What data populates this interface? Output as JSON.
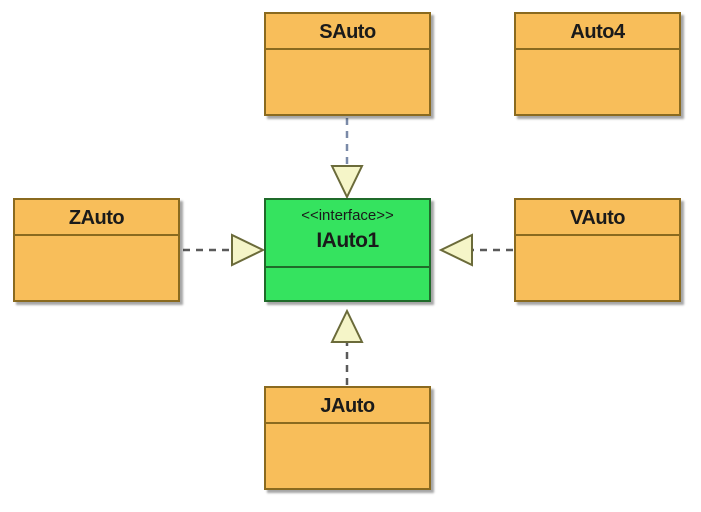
{
  "diagram": {
    "interface": {
      "stereotype": "<<interface>>",
      "name": "IAuto1"
    },
    "classes": {
      "sauto": "SAuto",
      "auto4": "Auto4",
      "zauto": "ZAuto",
      "vauto": "VAuto",
      "jauto": "JAuto"
    }
  },
  "colors": {
    "class_fill": "#f8be5a",
    "interface_fill": "#35e35f",
    "arrowhead_fill": "#f5f5c8"
  }
}
